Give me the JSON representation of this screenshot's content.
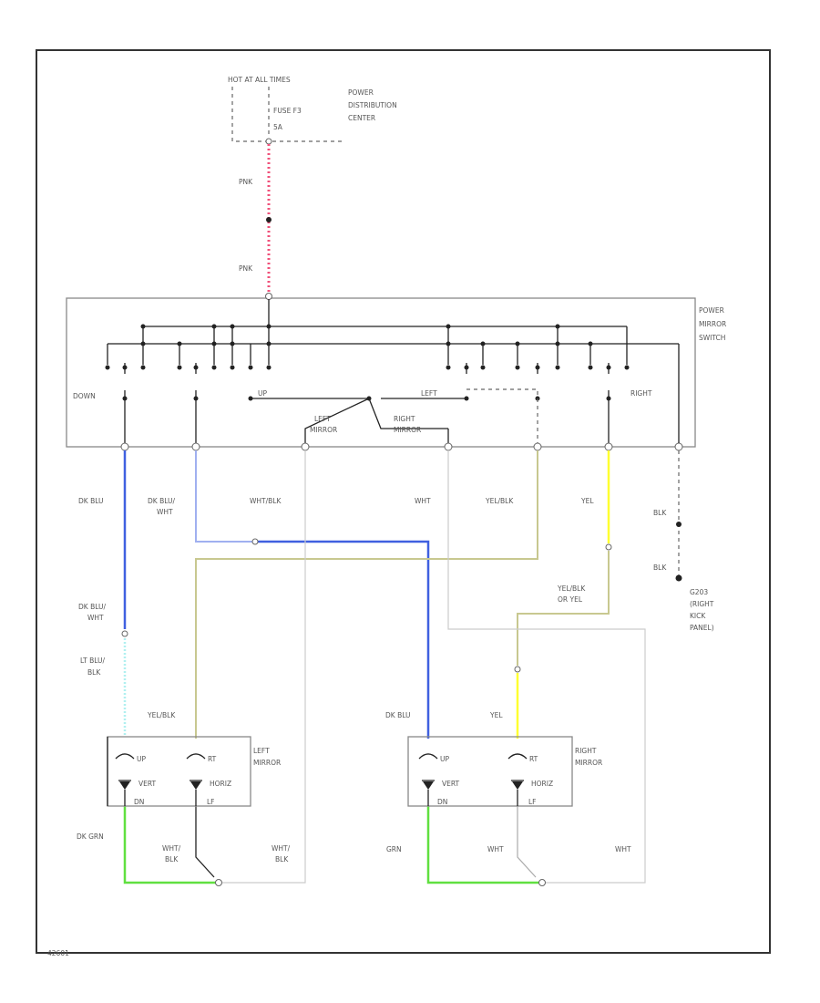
{
  "colors": {
    "pink": "#f0507a",
    "blue": "#4060e0",
    "light_blue": "#a0b0f0",
    "tan": "#c8c890",
    "yellow": "#ffff30",
    "light_cyan": "#b0f0f0",
    "green": "#60e040",
    "gray": "#cccccc",
    "black": "#222222"
  },
  "labels": {
    "hot_at_all_times": "HOT AT ALL TIMES",
    "fuse": "FUSE F3",
    "fuse_rating": "5A",
    "pdc_1": "POWER",
    "pdc_2": "DISTRIBUTION",
    "pdc_3": "CENTER",
    "pnk_upper": "PNK",
    "pnk_lower": "PNK",
    "pms_1": "POWER",
    "pms_2": "MIRROR",
    "pms_3": "SWITCH",
    "down": "DOWN",
    "up": "UP",
    "left_sw": "LEFT",
    "right_sw": "RIGHT",
    "left_mirror_sel_1": "LEFT",
    "left_mirror_sel_2": "MIRROR",
    "right_mirror_sel_1": "RIGHT",
    "right_mirror_sel_2": "MIRROR",
    "w_dkblu": "DK BLU",
    "w_dkbluwht_1": "DK BLU/",
    "w_dkbluwht_2": "WHT",
    "w_whtblk": "WHT/BLK",
    "w_wht": "WHT",
    "w_yelblk": "YEL/BLK",
    "w_yel": "YEL",
    "w_blk_upper": "BLK",
    "w_blk_lower": "BLK",
    "g_1": "G203",
    "g_2": "(RIGHT",
    "g_3": "KICK",
    "g_4": "PANEL)",
    "w_dkbluwht2_1": "DK BLU/",
    "w_dkbluwht2_2": "WHT",
    "w_ltblublk_1": "LT BLU/",
    "w_ltblublk_2": "BLK",
    "w_yelblk_oryel_1": "YEL/BLK",
    "w_yelblk_oryel_2": "OR YEL",
    "w_yelblk_lm": "YEL/BLK",
    "w_dkblu_rm": "DK BLU",
    "w_yel_rm": "YEL",
    "lm_up": "UP",
    "lm_rt": "RT",
    "lm_name_1": "LEFT",
    "lm_name_2": "MIRROR",
    "lm_vert": "VERT",
    "lm_horiz": "HORIZ",
    "lm_dn": "DN",
    "lm_lf": "LF",
    "rm_up": "UP",
    "rm_rt": "RT",
    "rm_name_1": "RIGHT",
    "rm_name_2": "MIRROR",
    "rm_vert": "VERT",
    "rm_horiz": "HORIZ",
    "rm_dn": "DN",
    "rm_lf": "LF",
    "w_dkgrn": "DK GRN",
    "w_whtblk_lm1_1": "WHT/",
    "w_whtblk_lm1_2": "BLK",
    "w_whtblk_lm2_1": "WHT/",
    "w_whtblk_lm2_2": "BLK",
    "w_grn": "GRN",
    "w_wht_rm1": "WHT",
    "w_wht_rm2": "WHT",
    "code": "42601"
  }
}
